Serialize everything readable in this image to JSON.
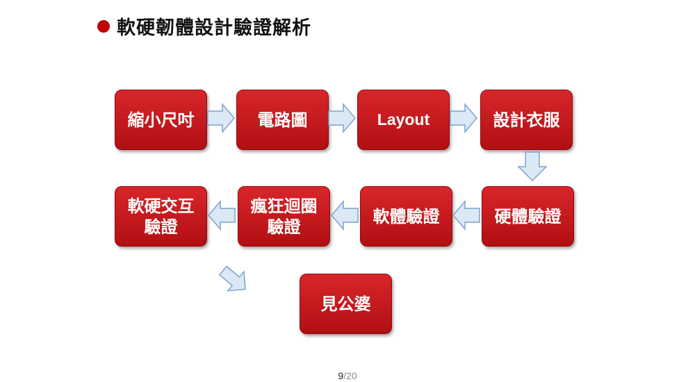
{
  "title": "軟硬韌體設計驗證解析",
  "flow": {
    "row1": [
      "縮小尺吋",
      "電路圖",
      "Layout",
      "設計衣服"
    ],
    "row2_right_to_left": [
      "硬體驗證",
      "軟體驗證",
      "瘋狂迴圈\n驗證",
      "軟硬交互\n驗證"
    ],
    "final": "見公婆"
  },
  "page": {
    "current": "9",
    "separator": "/",
    "total": "20"
  },
  "colors": {
    "box_fill": "#c8181c",
    "arrow_fill": "#dbe8f6",
    "arrow_stroke": "#7da2cc",
    "bullet": "#c00000"
  }
}
